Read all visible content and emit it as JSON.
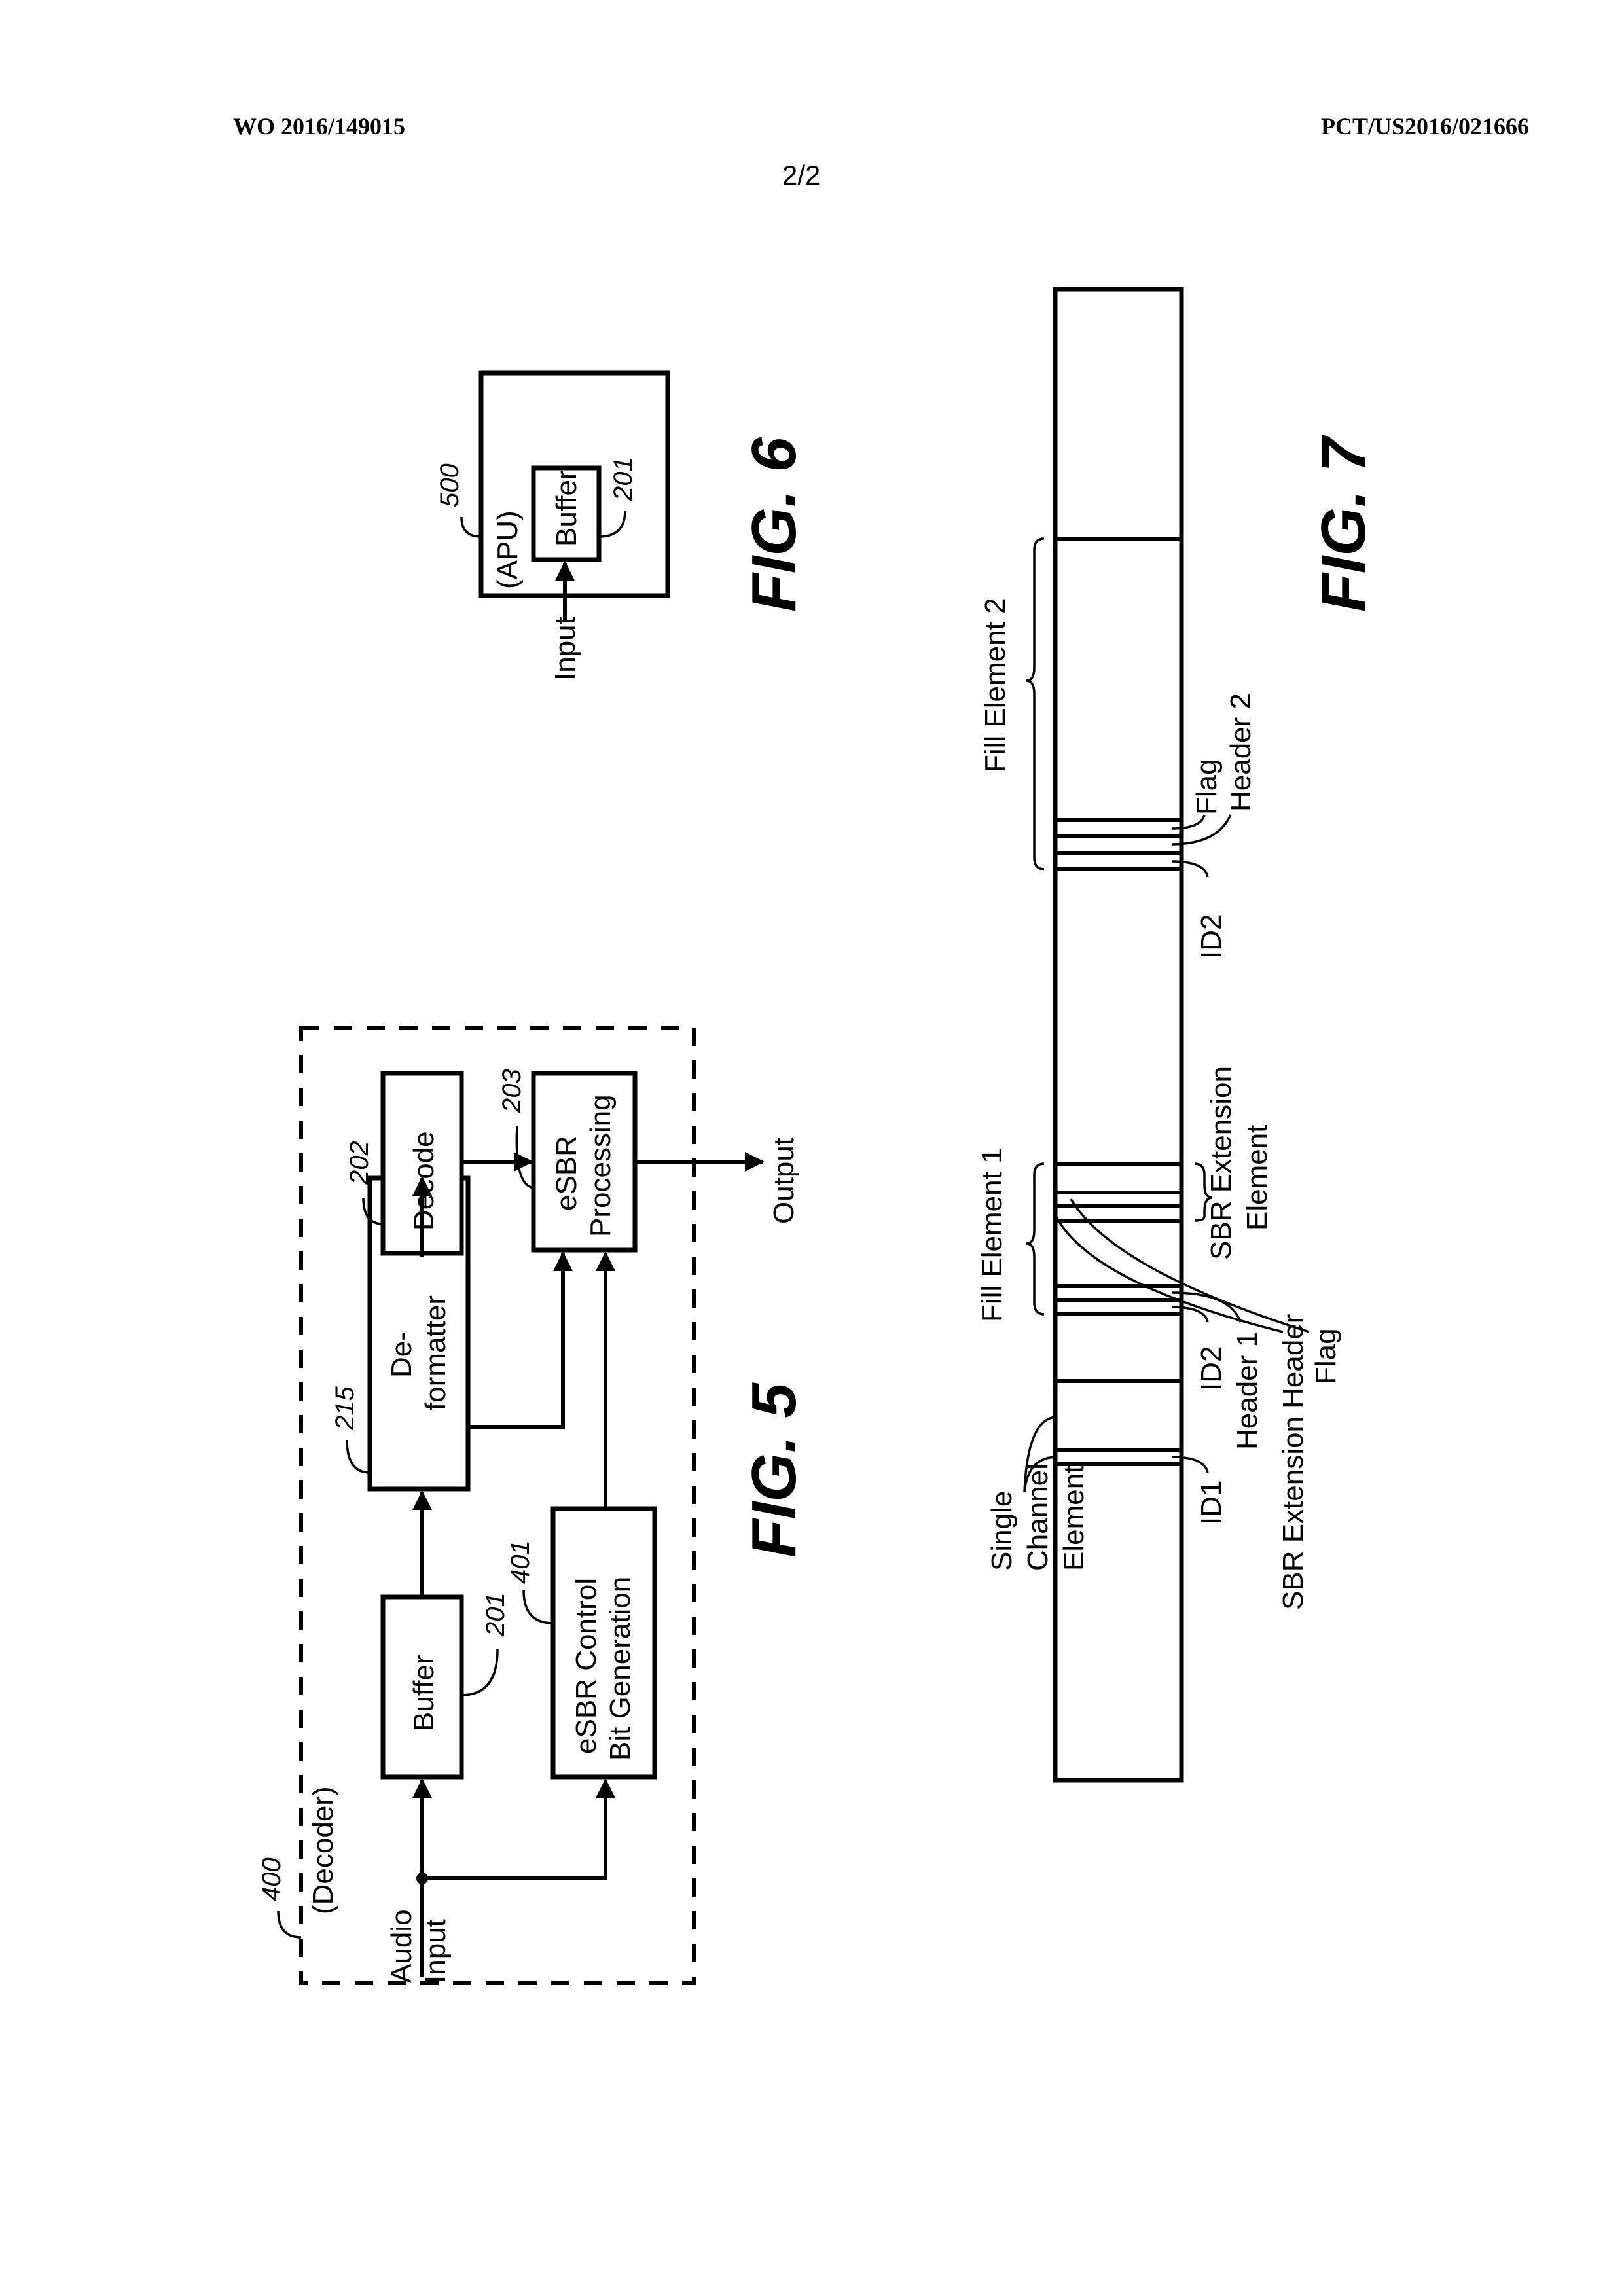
{
  "header": {
    "publication_number": "WO 2016/149015",
    "application_number": "PCT/US2016/021666",
    "sheet": "2/2"
  },
  "fig5": {
    "caption": "FIG. 5",
    "container": {
      "label": "(Decoder)",
      "ref": "400"
    },
    "input_label_line1": "Audio",
    "input_label_line2": "Input",
    "output_label": "Output",
    "blocks": [
      {
        "id": "buffer",
        "line1": "Buffer",
        "line2": "",
        "ref": "201"
      },
      {
        "id": "deformatter",
        "line1": "De-",
        "line2": "formatter",
        "ref": "215"
      },
      {
        "id": "decode",
        "line1": "Decode",
        "line2": "",
        "ref": "202"
      },
      {
        "id": "esbr-processing",
        "line1": "eSBR",
        "line2": "Processing",
        "ref": "203"
      },
      {
        "id": "esbr-control",
        "line1": "eSBR Control",
        "line2": "Bit Generation",
        "ref": "401"
      }
    ]
  },
  "fig6": {
    "caption": "FIG. 6",
    "container": {
      "label": "(APU)",
      "ref": "500"
    },
    "input_label": "Input",
    "block": {
      "label": "Buffer",
      "ref": "201"
    }
  },
  "fig7": {
    "caption": "FIG. 7",
    "labels": {
      "single_channel_element_1": "Single",
      "single_channel_element_2": "Channel",
      "single_channel_element_3": "Element",
      "id1": "ID1",
      "fill_element_1": "Fill Element 1",
      "id2_a": "ID2",
      "header_1": "Header 1",
      "sbr_extension_header": "SBR Extension Header",
      "flag_a": "Flag",
      "sbr_extension_element_1": "SBR Extension",
      "sbr_extension_element_2": "Element",
      "fill_element_2": "Fill Element 2",
      "id2_b": "ID2",
      "header_2": "Header 2",
      "flag_b": "Flag"
    }
  }
}
